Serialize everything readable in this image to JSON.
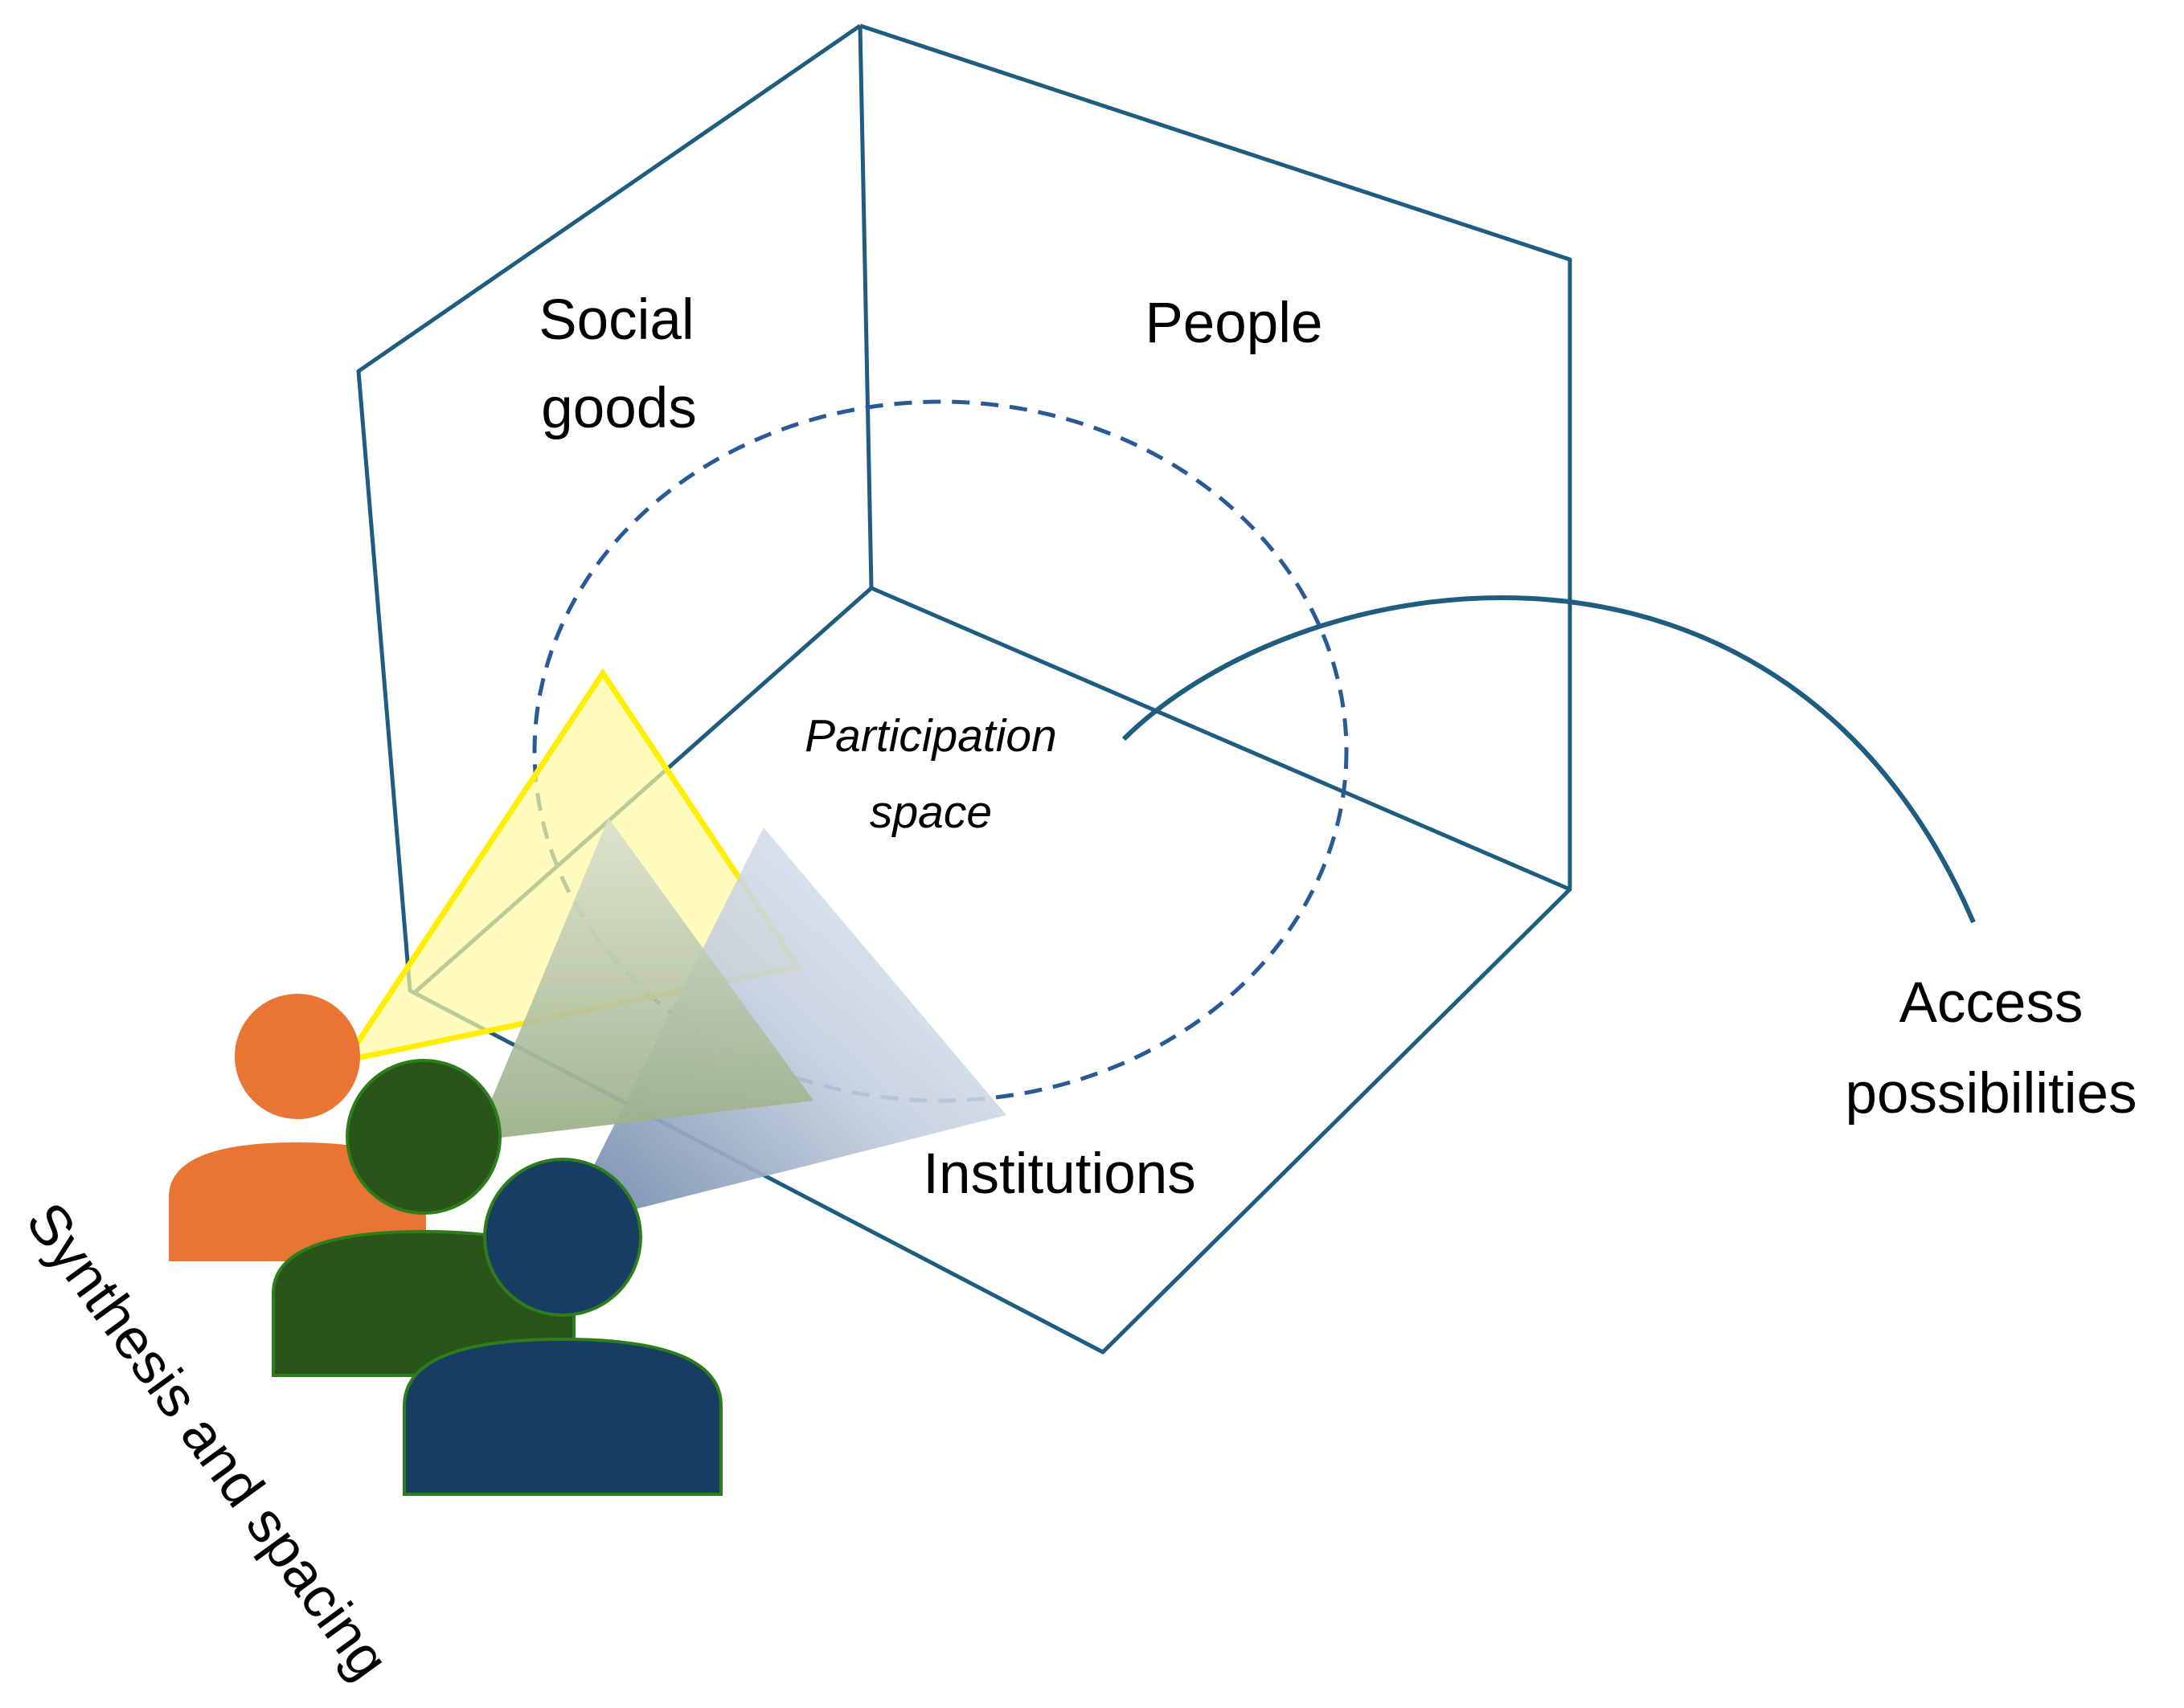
{
  "labels": {
    "social_goods_line1": "Social",
    "social_goods_line2": "goods",
    "people": "People",
    "participation_line1": "Participation",
    "participation_line2": "space",
    "institutions": "Institutions",
    "access_line1": "Access",
    "access_line2": "possibilities",
    "synthesis": "Synthesis and spacing"
  },
  "colors": {
    "cube_line": "#1f5d80",
    "circle_dash": "#2a5a96",
    "yellow_stroke": "#ffee00",
    "yellow_fill": "#fffaa0",
    "person_orange": "#e87533",
    "person_green": "#2a5518",
    "person_blue": "#173d63",
    "person_outline": "#2e7d1c"
  }
}
